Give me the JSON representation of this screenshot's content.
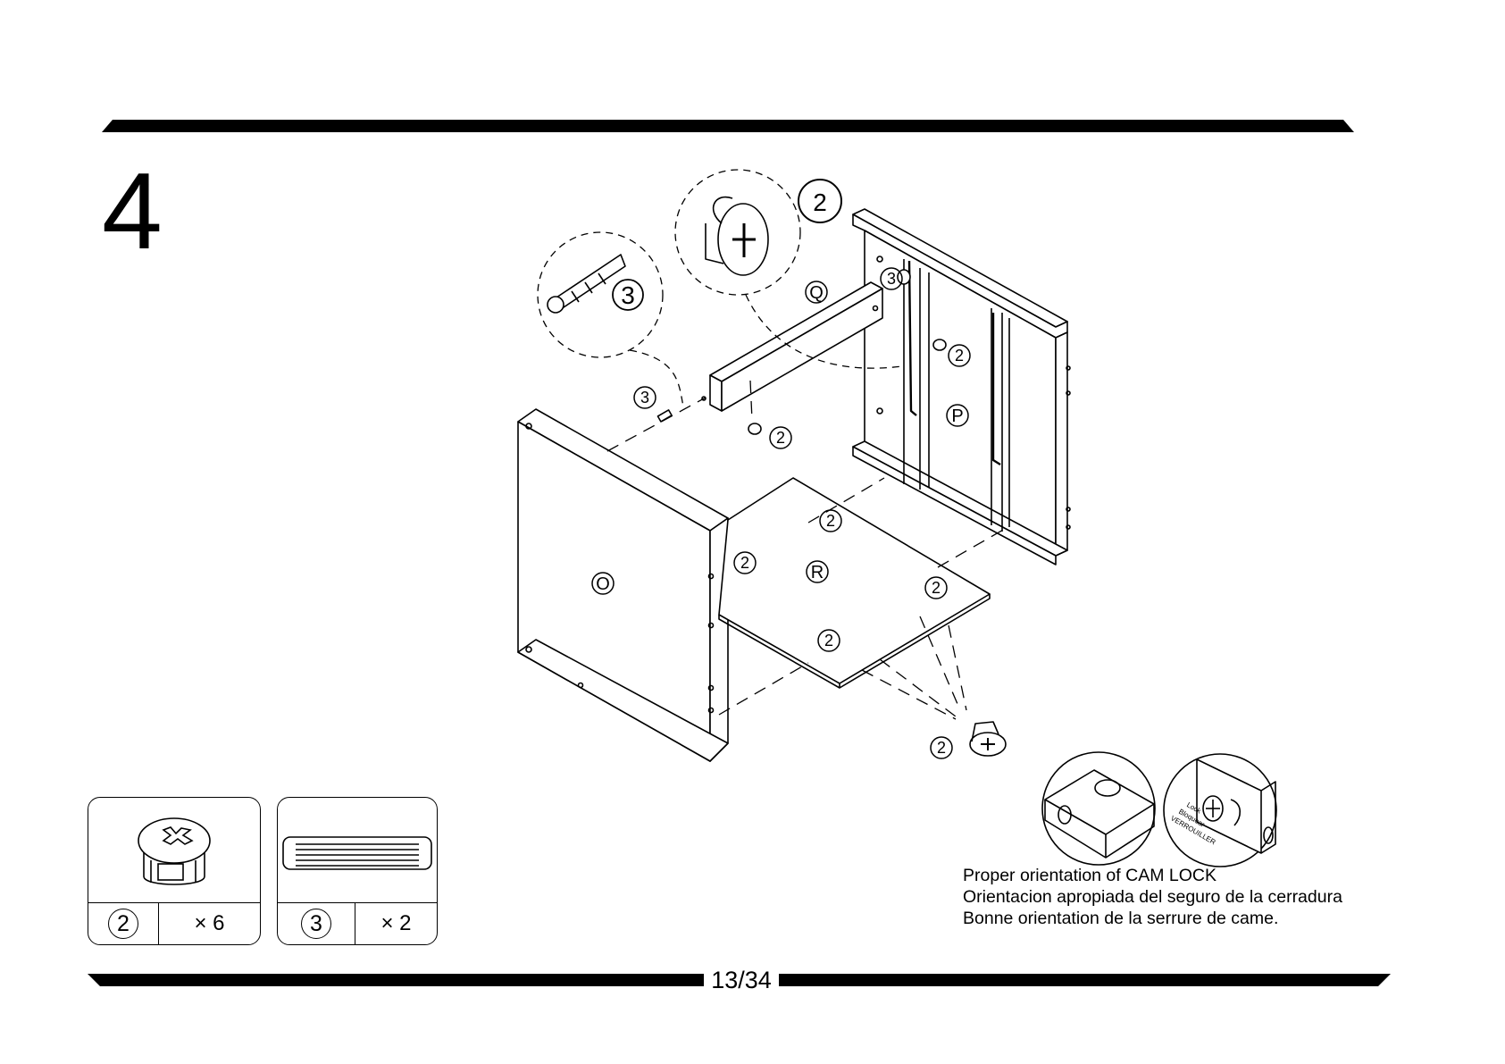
{
  "step_number": "4",
  "page_number": "13/34",
  "parts": {
    "cam_lock_callout": "2",
    "dowel_callout": "3",
    "panel_o": "O",
    "panel_p": "P",
    "panel_q": "Q",
    "panel_r": "R"
  },
  "hardware": [
    {
      "id": "2",
      "qty": "× 6",
      "icon": "cam-lock-icon"
    },
    {
      "id": "3",
      "qty": "× 2",
      "icon": "wood-dowel-icon"
    }
  ],
  "lock_labels": {
    "en": "Lock",
    "es": "Bloquear",
    "fr": "VERROUILLER"
  },
  "notes": [
    "Proper orientation of CAM LOCK",
    "Orientacion apropiada del seguro de la cerradura",
    "Bonne orientation de la serrure de came."
  ]
}
